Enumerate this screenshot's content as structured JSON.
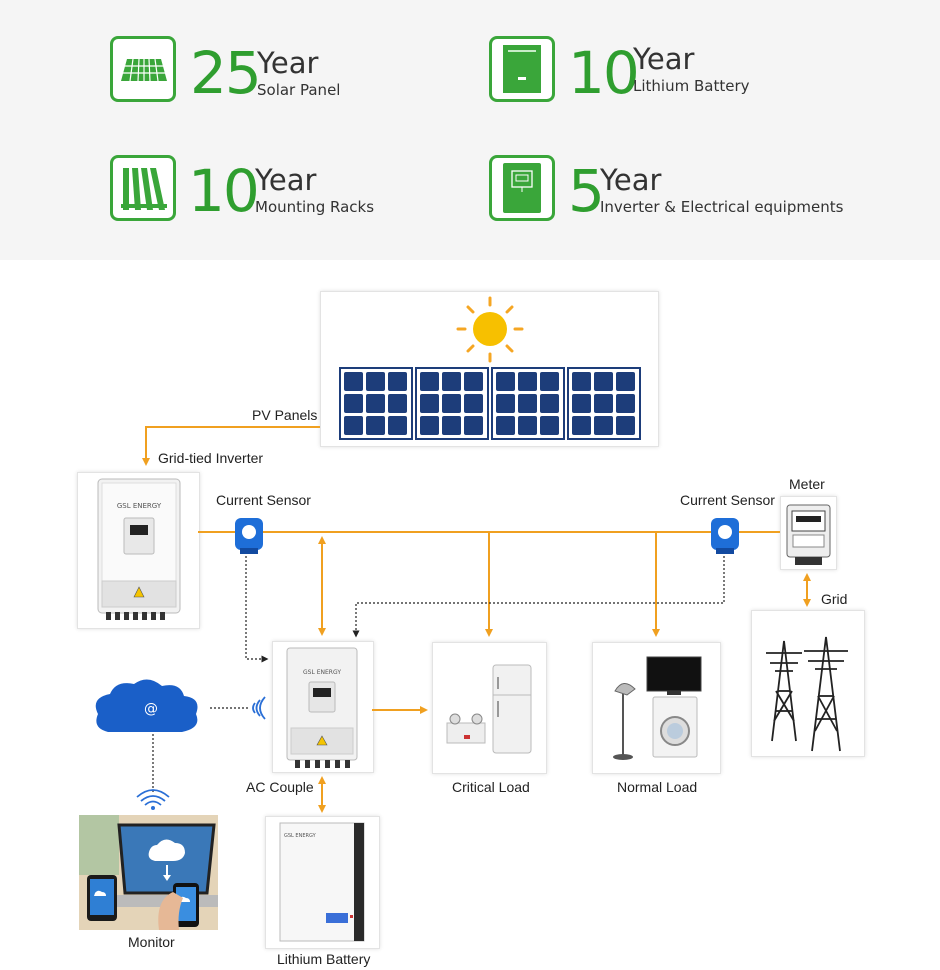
{
  "warranty": [
    {
      "number": "25",
      "unit": "Year",
      "item": "Solar Panel"
    },
    {
      "number": "10",
      "unit": "Year",
      "item": "Lithium Battery"
    },
    {
      "number": "10",
      "unit": "Year",
      "item": "Mounting Racks"
    },
    {
      "number": "5",
      "unit": "Year",
      "item": "Inverter & Electrical equipments"
    }
  ],
  "diagram": {
    "labels": {
      "pv_panels": "PV Panels",
      "grid_tied_inverter": "Grid-tied Inverter",
      "current_sensor_left": "Current Sensor",
      "current_sensor_right": "Current Sensor",
      "meter": "Meter",
      "grid": "Grid",
      "ac_couple": "AC Couple",
      "critical_load": "Critical Load",
      "normal_load": "Normal Load",
      "monitor": "Monitor",
      "lithium_battery": "Lithium Battery"
    },
    "device_brand": "GSL ENERGY",
    "cloud_symbol": "@"
  },
  "colors": {
    "green": "#3aa63a",
    "orange": "#f0a020",
    "panel_blue": "#1d3d7a",
    "cloud_blue": "#1a5fc8"
  }
}
